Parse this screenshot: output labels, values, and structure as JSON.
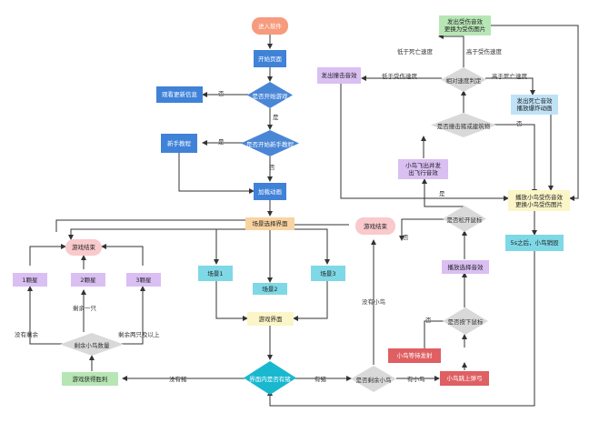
{
  "nodes": {
    "start": "进入软件",
    "start_page": "开始页面",
    "is_start_game": "是否开始游戏",
    "view_update": "观看更新信息",
    "is_tutorial": "是否开始新手教程",
    "tutorial": "新手教程",
    "loading": "加载动画",
    "scene_select": "场景选择界面",
    "scene1": "场景1",
    "scene2": "场景2",
    "scene3": "场景3",
    "game_ui": "游戏界面",
    "has_pig": "界面内是否有猪",
    "win": "游戏获得胜利",
    "bird_count": "剩余小鸟数量",
    "star1": "1颗星",
    "star2": "2颗星",
    "star3": "3颗星",
    "game_over_left": "游戏结束",
    "birds_left": "是否剩余小鸟",
    "bird_on_sling": "小鸟跳上弹弓",
    "bird_wait": "小鸟等待发射",
    "mouse_down": "是否按下鼠标",
    "play_select_sound": "播放选择音效",
    "mouse_release": "是否松开鼠标",
    "game_over_mid": "游戏结束",
    "bird_fly": "小鸟飞出并发\n出飞行音效",
    "hit_check": "是否撞击猪或建筑物",
    "speed_check": "相对速度判定",
    "hit_sound": "发出撞击音效",
    "hurt_sound": "发出受伤音效\n更换为受伤图片",
    "death_sound": "发出死亡音效\n播放爆炸动画",
    "bird_hurt": "播放小鸟受伤音效\n更换小鸟受伤图片",
    "bird_destroy": "5s之后，小鸟销毁"
  },
  "labels": {
    "no": "否",
    "yes": "是",
    "yes_tut": "是",
    "yes_2": "是",
    "no_2": "否",
    "yes_fly": "是",
    "no_hit": "否",
    "no_release": "否",
    "no_mouse": "否",
    "lt_death": "低于死亡速度",
    "gt_hurt": "高于受伤速度",
    "lt_hurt": "低于受伤速度",
    "gt_death": "高于死亡速度",
    "no_bird": "没有小鸟",
    "has_bird": "有小鸟",
    "has_pig": "有猪",
    "no_pig": "没有猪",
    "none_left": "没有剩余",
    "one_left": "剩余一只",
    "two_plus": "剩余两只及以上"
  },
  "colors": {
    "line": "#333333",
    "diamond_blue": "#4a86d6",
    "diamond_teal": "#19b8cf",
    "diamond_gray": "#d9d9d9"
  }
}
